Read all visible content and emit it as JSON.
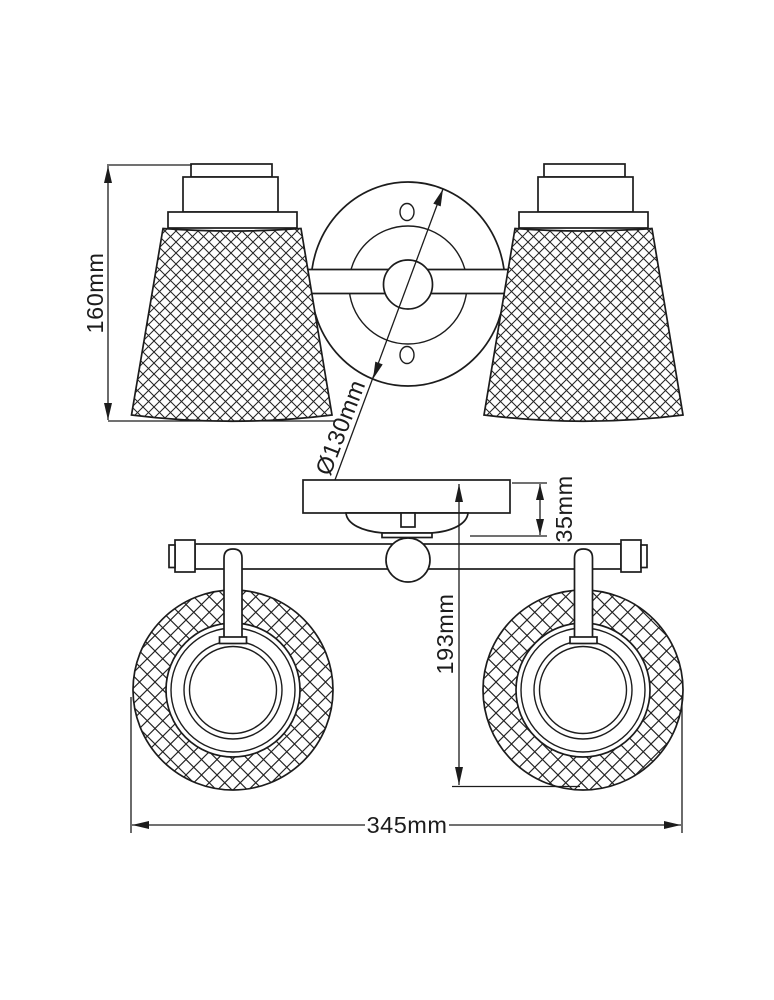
{
  "drawing": {
    "kind": "technical-dimension-drawing",
    "subject": "double-shade wall light, front elevation and plan view",
    "dimensions": {
      "shade_height": "160mm",
      "backplate_diameter": "Ø130mm",
      "backplate_depth": "35mm",
      "projection": "193mm",
      "overall_width": "345mm"
    },
    "colors": {
      "line": "#1c1c1c",
      "background": "#ffffff"
    }
  }
}
